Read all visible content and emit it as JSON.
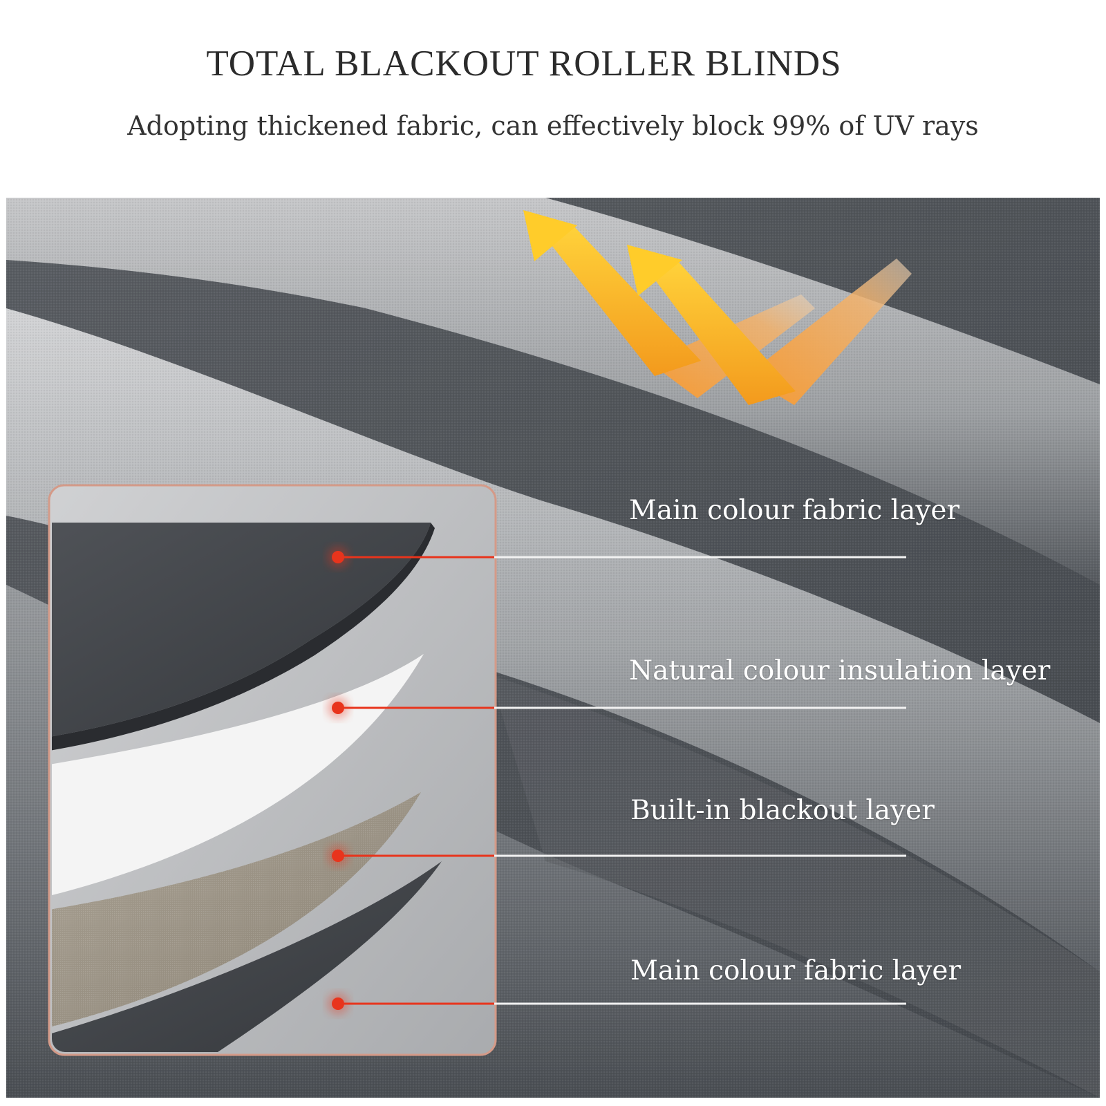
{
  "header": {
    "title": "TOTAL BLACKOUT ROLLER BLINDS",
    "subtitle": "Adopting thickened fabric, can effectively block 99% of UV rays"
  },
  "layers": [
    {
      "label": "Main colour fabric layer"
    },
    {
      "label": "Natural colour insulation layer"
    },
    {
      "label": "Built-in blackout layer"
    },
    {
      "label": "Main colour fabric layer"
    }
  ],
  "colors": {
    "fabric_dark": "#4d5156",
    "fabric_light": "#c8c9cb",
    "callout_border": "#d49a88",
    "leader_red": "#e8341c",
    "arrow_yellow": "#f7b21b",
    "arrow_orange": "#f08c2c"
  }
}
